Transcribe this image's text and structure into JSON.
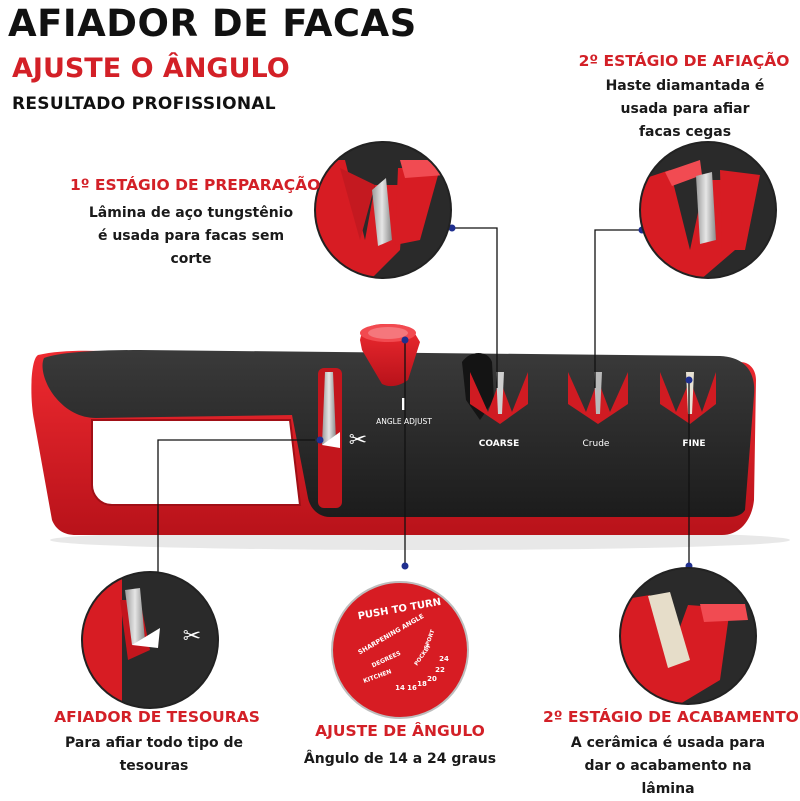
{
  "header": {
    "title": "AFIADOR DE FACAS",
    "subtitle": "AJUSTE O ÂNGULO",
    "tagline": "RESULTADO PROFISSIONAL"
  },
  "callouts": {
    "prep": {
      "title": "1º ESTÁGIO DE PREPARAÇÃO",
      "desc": "Lâmina de aço tungstênio é usada para facas sem corte"
    },
    "sharpen": {
      "title": "2º ESTÁGIO DE AFIAÇÃO",
      "desc": "Haste diamantada é usada para afiar facas cegas"
    },
    "scissors": {
      "title": "AFIADOR DE TESOURAS",
      "desc": "Para afiar todo tipo de tesouras"
    },
    "angle": {
      "title": "AJUSTE DE ÂNGULO",
      "desc": "Ângulo de 14 a 24 graus"
    },
    "finish": {
      "title": "2º ESTÁGIO DE ACABAMENTO",
      "desc": "A cerâmica é usada para dar o acabamento na lâmina"
    }
  },
  "device": {
    "angle_adjust": "ANGLE ADJUST",
    "coarse": "COARSE",
    "crude": "Crude",
    "fine": "FINE"
  },
  "dial": {
    "push_to_turn": "PUSH TO TURN",
    "sharpening_angle": "SHARPENING ANGLE",
    "degrees": "DEGREES",
    "kitchen": "KITCHEN",
    "pocket": "POCKET",
    "sport": "SPORT",
    "numbers": [
      "14",
      "16",
      "18",
      "20",
      "22",
      "24"
    ]
  },
  "colors": {
    "accent_red": "#d32027",
    "body_black": "#232323",
    "connector": "#111111",
    "dot_blue": "#1f2f8f"
  }
}
